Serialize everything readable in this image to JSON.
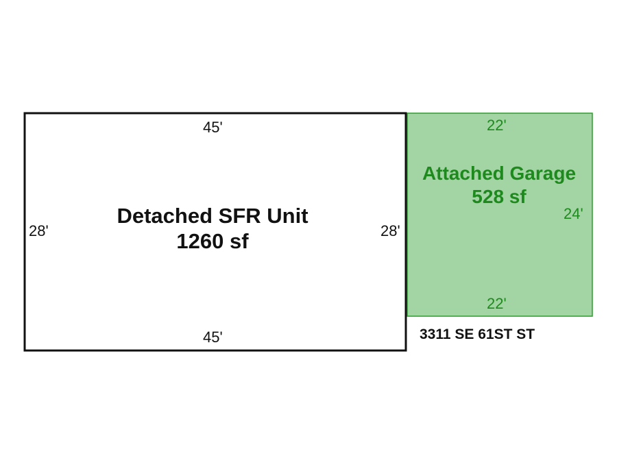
{
  "colors": {
    "background": "#ffffff",
    "outline": "#111111",
    "garage_fill": "#a3d4a3",
    "garage_border": "#2e9b2e",
    "garage_text": "#1e8a1e"
  },
  "dwelling": {
    "name": "Detached SFR Unit",
    "area": "1260 sf",
    "top_dim": "45'",
    "bottom_dim": "45'",
    "left_dim": "28'",
    "right_dim": "28'"
  },
  "garage": {
    "name": "Attached Garage",
    "area": "528 sf",
    "top_dim": "22'",
    "bottom_dim": "22'",
    "right_dim": "24'"
  },
  "address": "3311 SE 61ST ST"
}
